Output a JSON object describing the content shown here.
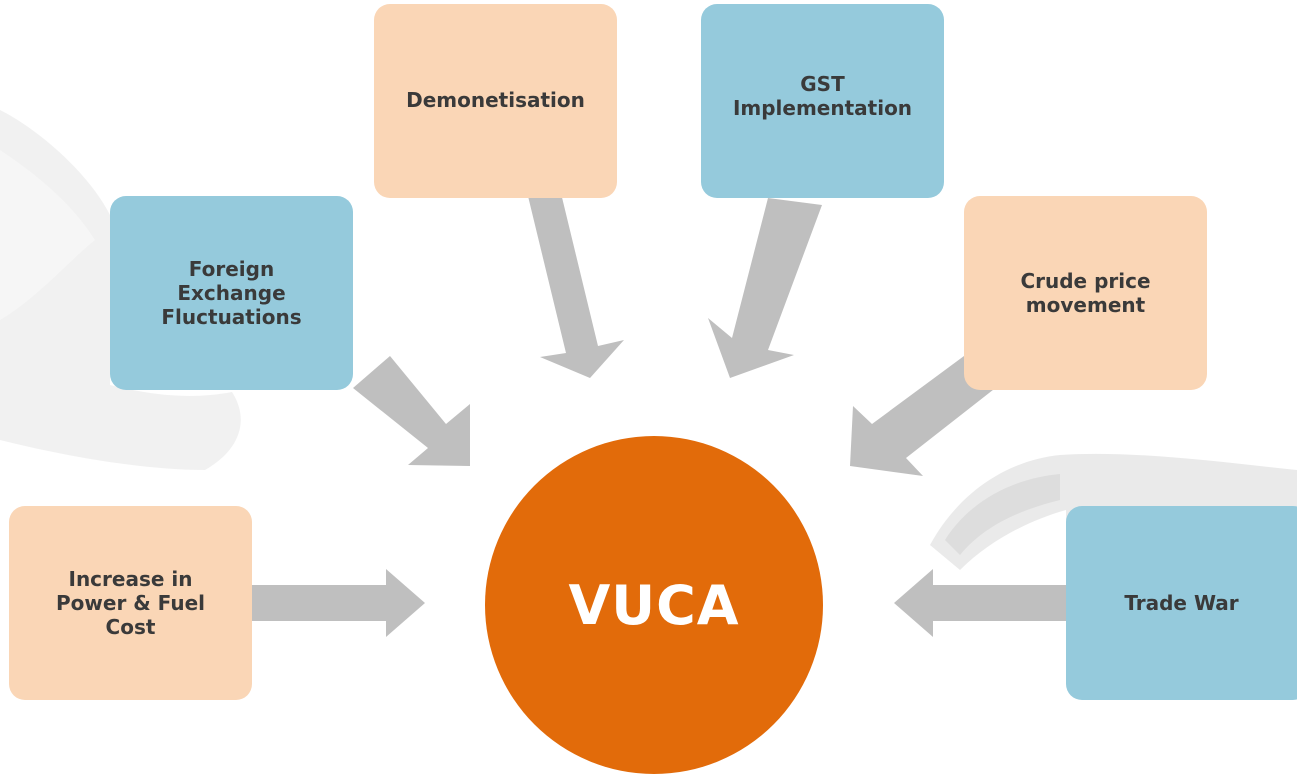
{
  "diagram": {
    "center": {
      "label": "VUCA",
      "color": "#e26b0a"
    },
    "factors": {
      "demonetisation": {
        "label": "Demonetisation",
        "color": "#fad6b6"
      },
      "gst": {
        "label": "GST\nImplementation",
        "color": "#95cadc"
      },
      "forex": {
        "label": "Foreign\nExchange\nFluctuations",
        "color": "#95cadc"
      },
      "crude": {
        "label": "Crude price\nmovement",
        "color": "#fad6b6"
      },
      "power": {
        "label": "Increase in\nPower & Fuel\nCost",
        "color": "#fad6b6"
      },
      "trade": {
        "label": "Trade War",
        "color": "#95cadc"
      }
    },
    "arrow_color": "#bfbfbf"
  }
}
